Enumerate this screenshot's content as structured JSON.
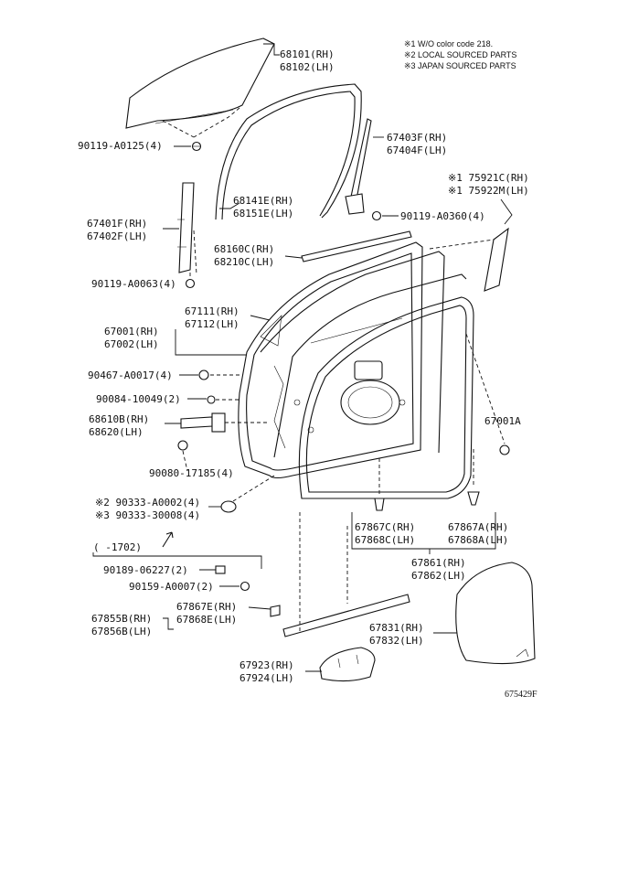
{
  "notes": [
    "※1 W/O color code 218.",
    "※2 LOCAL SOURCED PARTS",
    "※3 JAPAN SOURCED PARTS"
  ],
  "labels": [
    "68101(RH)",
    "68102(LH)",
    "90119-A0125(4)",
    "67403F(RH)",
    "67404F(LH)",
    "※1 75921C(RH)",
    "※1 75922M(LH)",
    "68141E(RH)",
    "68151E(LH)",
    "90119-A0360(4)",
    "67401F(RH)",
    "67402F(LH)",
    "68160C(RH)",
    "68210C(LH)",
    "90119-A0063(4)",
    "67111(RH)",
    "67112(LH)",
    "67001(RH)",
    "67002(LH)",
    "90467-A0017(4)",
    "90084-10049(2)",
    "68610B(RH)",
    "68620(LH)",
    "67001A",
    "90080-17185(4)",
    "※2 90333-A0002(4)",
    "※3 90333-30008(4)",
    "67867C(RH)",
    "67868C(LH)",
    "67867A(RH)",
    "67868A(LH)",
    "(      -1702)",
    "67861(RH)",
    "67862(LH)",
    "90189-06227(2)",
    "90159-A0007(2)",
    "67867E(RH)",
    "67868E(LH)",
    "67855B(RH)",
    "67856B(LH)",
    "67831(RH)",
    "67832(LH)",
    "67923(RH)",
    "67924(LH)"
  ],
  "figure_number": "675429F"
}
